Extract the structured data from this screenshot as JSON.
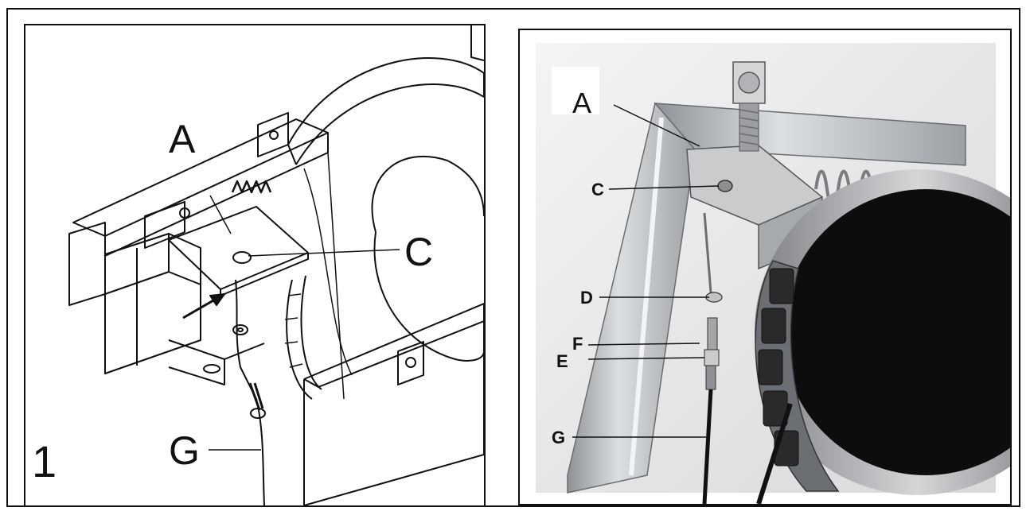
{
  "figure": {
    "left": {
      "panel_number": "1",
      "labels": {
        "A": "A",
        "C": "C",
        "G": "G"
      }
    },
    "right": {
      "labels": {
        "A": "A",
        "C": "C",
        "D": "D",
        "F": "F",
        "E": "E",
        "G": "G"
      }
    }
  },
  "colors": {
    "line": "#111111",
    "photo_background": "#ededed",
    "metal": "#b9bcc0",
    "wheel_dark": "#0d0d0d"
  }
}
